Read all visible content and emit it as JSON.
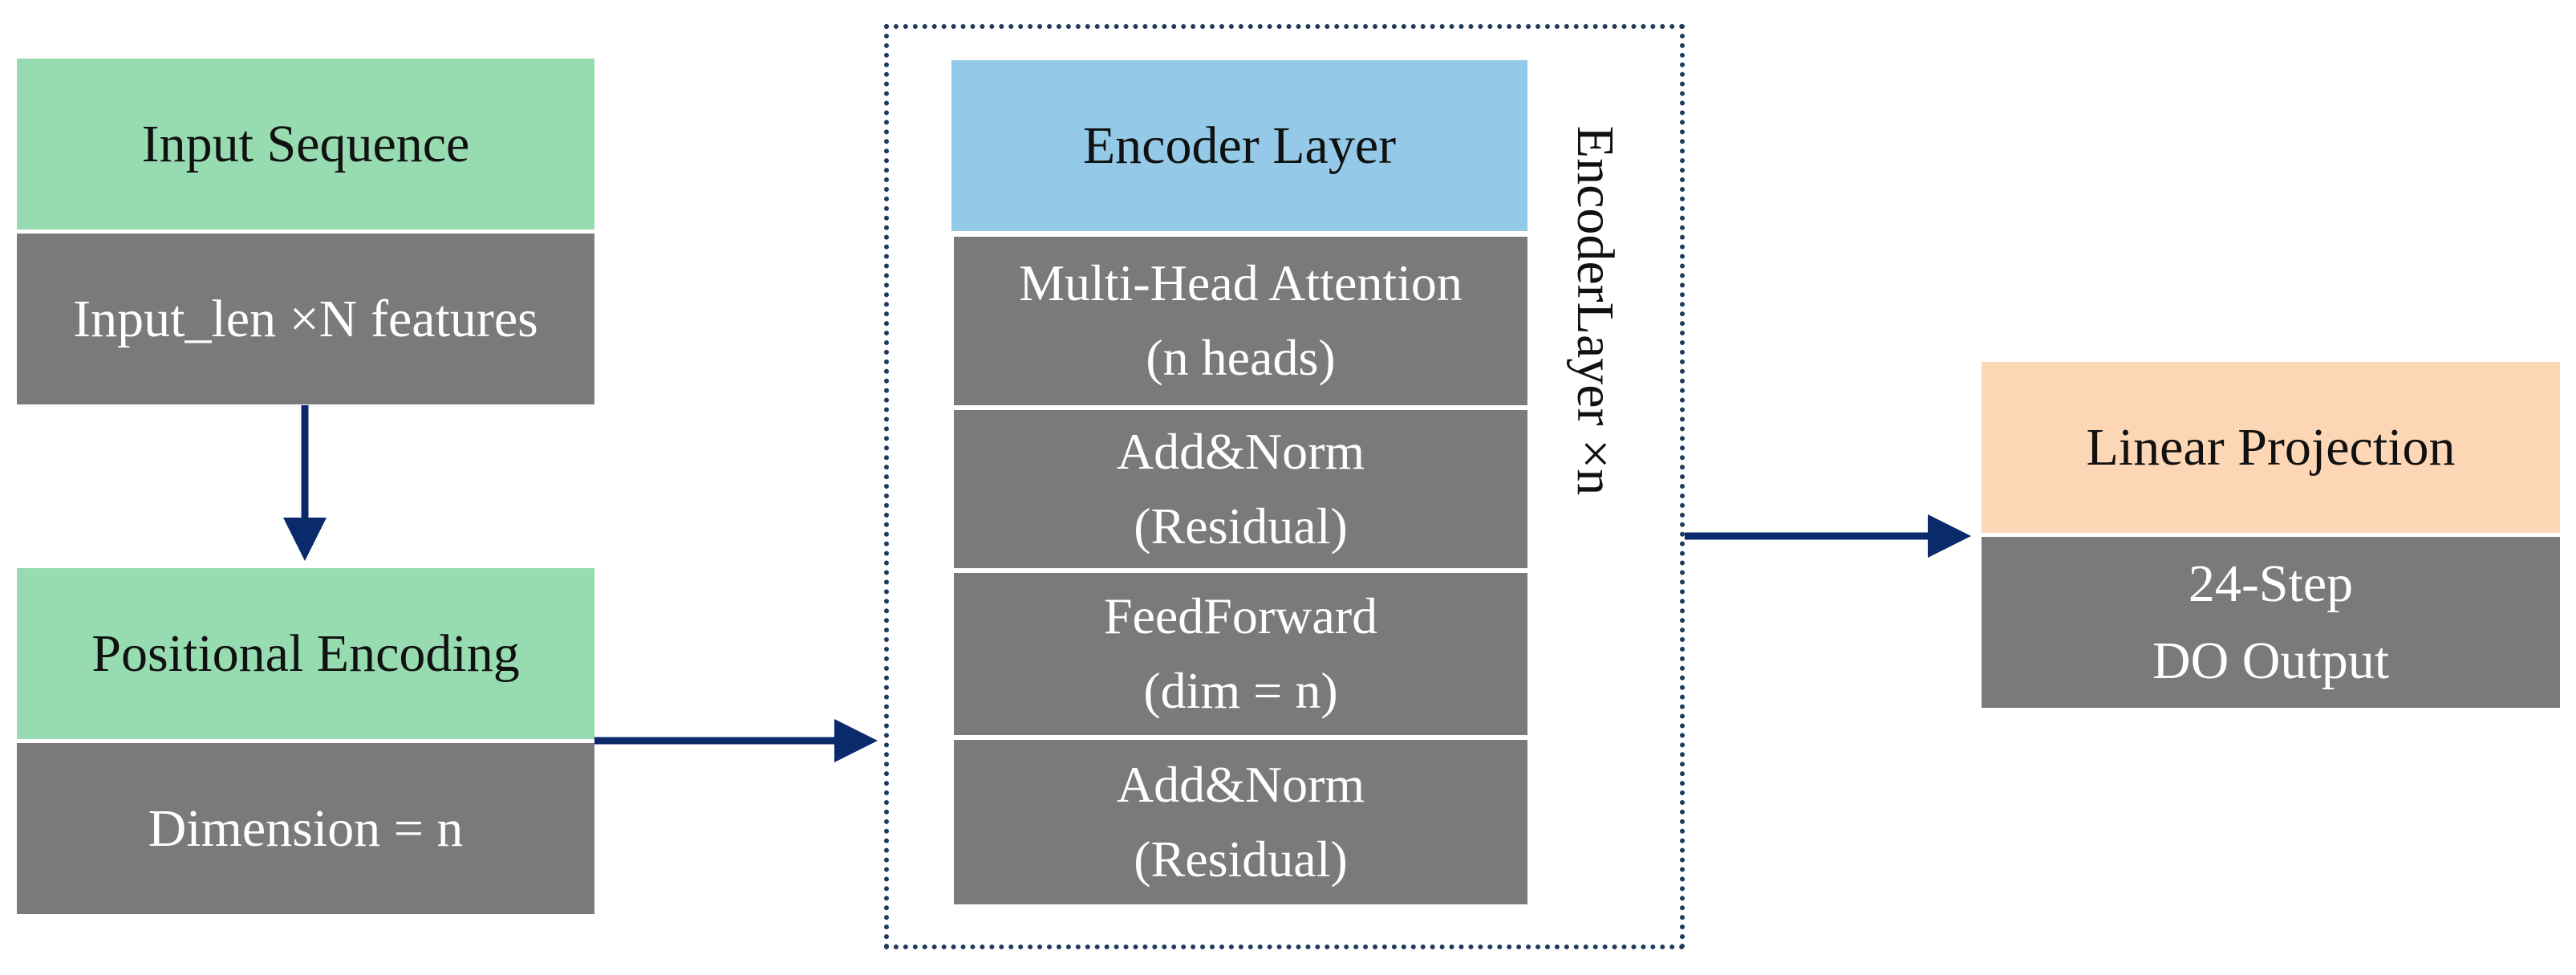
{
  "input_block": {
    "title": "Input Sequence",
    "detail": "Input_len ×N features"
  },
  "positional_block": {
    "title": "Positional Encoding",
    "detail": "Dimension = n"
  },
  "encoder_block": {
    "title": "Encoder Layer",
    "repeat_label": "EncoderLayer ×n",
    "sublayers": [
      {
        "line1": "Multi-Head Attention",
        "line2": "(n heads)"
      },
      {
        "line1": "Add&Norm",
        "line2": "(Residual)"
      },
      {
        "line1": "FeedForward",
        "line2": "(dim = n)"
      },
      {
        "line1": "Add&Norm",
        "line2": "(Residual)"
      }
    ]
  },
  "output_block": {
    "title": "Linear Projection",
    "line1": "24-Step",
    "line2": "DO Output"
  },
  "colors": {
    "green": "#97dcb1",
    "gray": "#7a7a7a",
    "blue": "#94c9e8",
    "peach": "#fdd7b5",
    "arrow": "#0b2a6b"
  }
}
